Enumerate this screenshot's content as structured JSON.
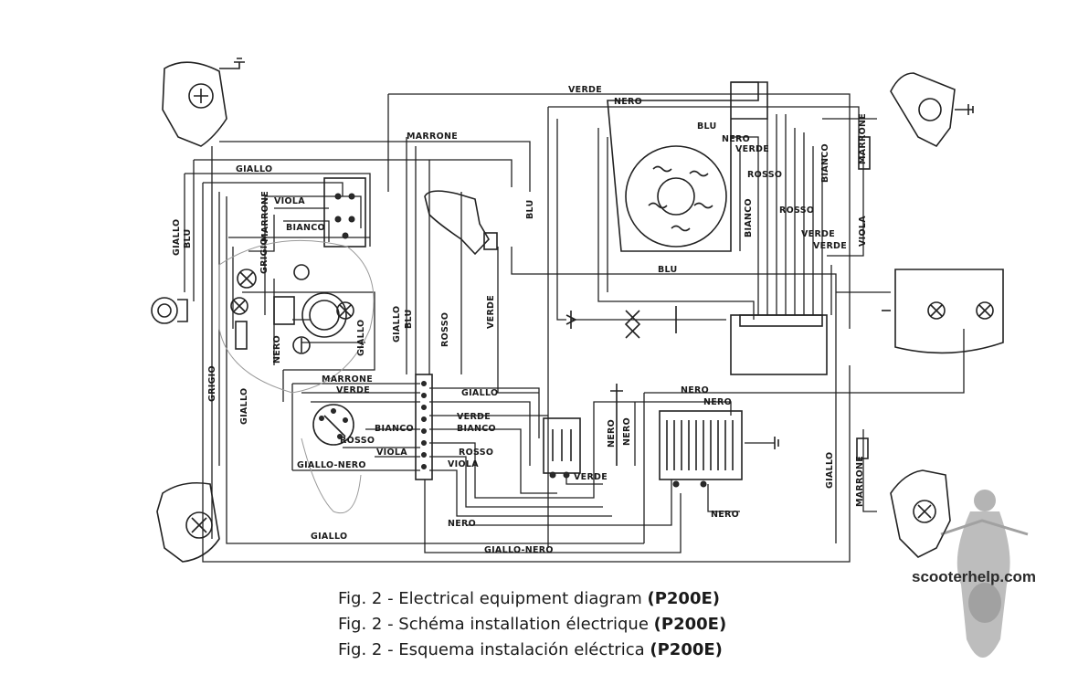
{
  "captions": [
    {
      "prefix": "Fig. 2 - Electrical equipment diagram",
      "model": "(P200E)"
    },
    {
      "prefix": "Fig. 2 - Schéma installation électrique",
      "model": "(P200E)"
    },
    {
      "prefix": "Fig. 2 - Esquema instalación eléctrica",
      "model": "(P200E)"
    }
  ],
  "watermark": "scooterhelp.com",
  "wire_labels": {
    "verde_top": "VERDE",
    "nero_top": "NERO",
    "marrone_top": "MARRONE",
    "giallo_top": "GIALLO",
    "viola_sw": "VIOLA",
    "marrone_sw": "MARRONE",
    "bianco_sw": "BIANCO",
    "grigio_sw": "GRIGIO",
    "giallo_left": "GIALLO",
    "blu_left": "BLU",
    "giallo_dash": "GIALLO",
    "nero_dash": "NERO",
    "giallo_mid": "GIALLO",
    "blu_mid": "BLU",
    "rosso_mid": "ROSSO",
    "blu_vert": "BLU",
    "verde_vert": "VERDE",
    "blu_mag": "BLU",
    "nero_mag": "NERO",
    "verde_mag": "VERDE",
    "rosso_mag1": "ROSSO",
    "bianco_mag1": "BIANCO",
    "marrone_right": "MARRONE",
    "bianco_mag2": "BIANCO",
    "rosso_mag2": "ROSSO",
    "verde_mag2": "VERDE",
    "verde_mag3": "VERDE",
    "viola_right": "VIOLA",
    "blu_horiz": "BLU",
    "grigio_left": "GRIGIO",
    "giallo_left2": "GIALLO",
    "marrone_tb": "MARRONE",
    "verde_tb": "VERDE",
    "giallo_tb": "GIALLO",
    "verde_tb2": "VERDE",
    "bianco_tb": "BIANCO",
    "bianco_tb2": "BIANCO",
    "rosso_tb": "ROSSO",
    "rosso_tb2": "ROSSO",
    "viola_tb": "VIOLA",
    "viola_tb2": "VIOLA",
    "giallonero_tb": "GIALLO-NERO",
    "nero_reg1": "NERO",
    "nero_reg2": "NERO",
    "nero_vert1": "NERO",
    "nero_vert2": "NERO",
    "verde_relay": "VERDE",
    "nero_reg3": "NERO",
    "giallo_right": "GIALLO",
    "marrone_right2": "MARRONE",
    "nero_bottom": "NERO",
    "giallo_bottom": "GIALLO",
    "giallonero_bottom": "GIALLO-NERO"
  }
}
